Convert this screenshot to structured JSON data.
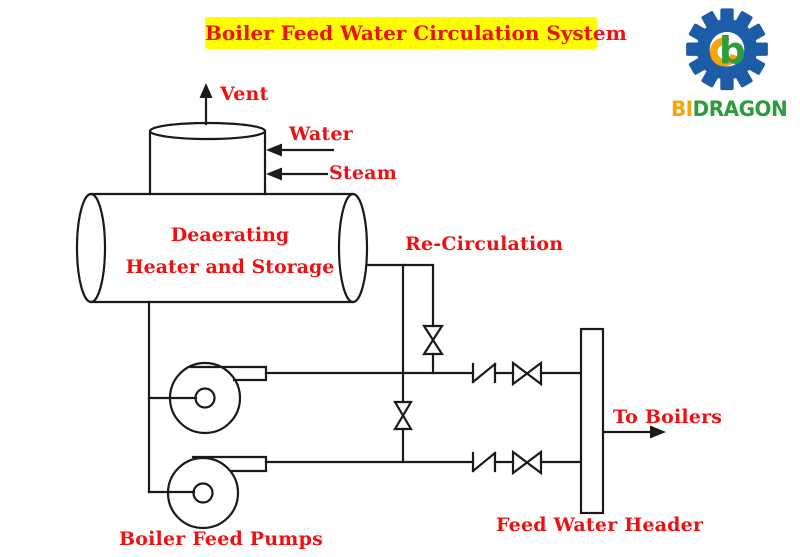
{
  "title": "Boiler Feed Water Circulation System",
  "logo": {
    "bi": "BI",
    "dragon": "DRAGON"
  },
  "labels": {
    "vent": "Vent",
    "water": "Water",
    "steam": "Steam",
    "tank_line1": "Deaerating",
    "tank_line2": "Heater and Storage",
    "recirculation": "Re-Circulation",
    "to_boilers": "To Boilers",
    "feed_water_header": "Feed Water Header",
    "boiler_feed_pumps": "Boiler Feed Pumps"
  },
  "colors": {
    "label_red": "#ee1111",
    "title_bg": "#ffff00",
    "line_black": "#1a1a1a",
    "logo_blue": "#1d5ca6",
    "logo_orange": "#f5a40b",
    "logo_green": "#2e9b3c"
  }
}
